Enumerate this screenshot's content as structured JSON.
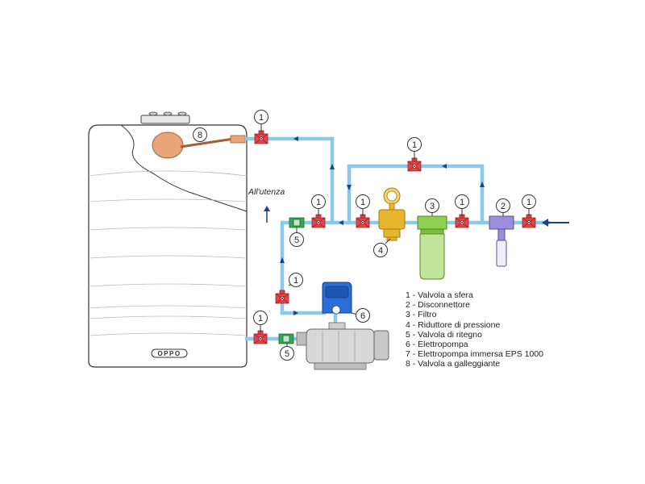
{
  "labels": {
    "utenza": "All'utenza",
    "tank_logo": "OPPO"
  },
  "callouts": {
    "ball_valve": "1",
    "disconnector": "2",
    "filter": "3",
    "pressure_reducer": "4",
    "check_valve": "5",
    "electropump": "6",
    "float_valve": "8"
  },
  "legend": [
    "1 - Valvola a sfera",
    "2 - Disconnettore",
    "3 - Filtro",
    "4 - Riduttore di pressione",
    "5 - Valvola di ritegno",
    "6 - Elettropompa",
    "7 - Elettropompa immersa EPS 1000",
    "8 - Valvola a galleggiante"
  ],
  "colors": {
    "pipe": "#8cc8ec",
    "pipe_outline": "#5aa9d8",
    "arrow": "#1f3f8f",
    "valve_red": "#e0464a",
    "check_valve_green": "#3aa556",
    "filter_green": "#8fcf4f",
    "reducer_gold": "#e8b52e",
    "pump_blue": "#2b6fd6",
    "disconnector_purple": "#9a8fd8",
    "float_orange": "#e8a57a",
    "tank_outline": "#333333"
  }
}
